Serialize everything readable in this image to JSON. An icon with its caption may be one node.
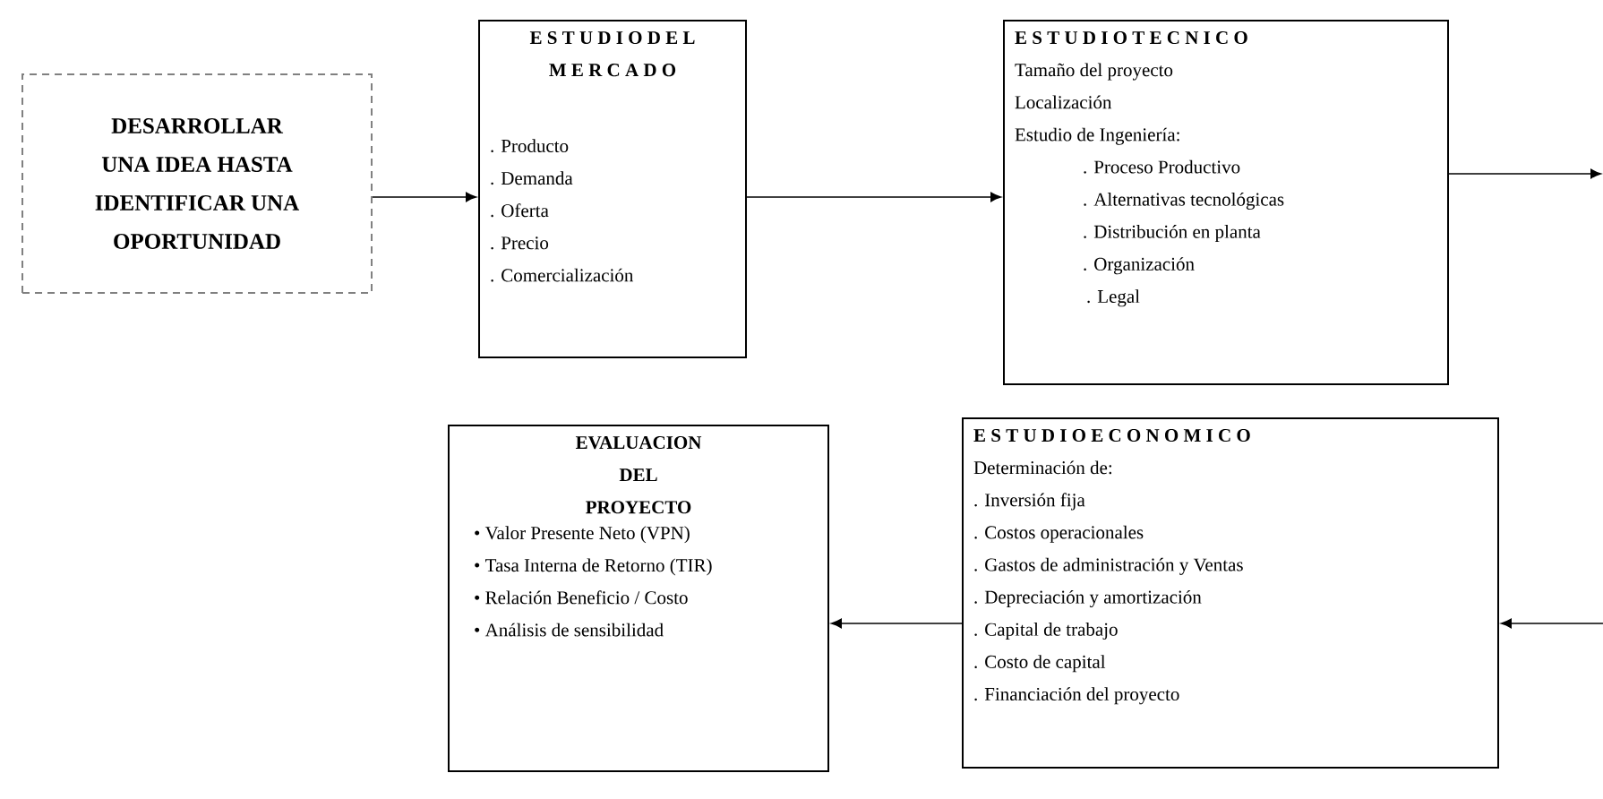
{
  "diagram": {
    "nodes": [
      {
        "text": [
          "DESARROLLAR UNA IDEA HASTA IDENTIFICAR UNA OPORTUNIDAD"
        ]
      },
      {
        "text": [
          "E S T U D I O D E L M E R C A D O",
          ". Producto",
          ". Demanda",
          ". Oferta",
          ". Precio",
          ". Comercialización"
        ]
      },
      {
        "text": [
          "E S T U D I O T E C N I C O",
          "Tamaño del proyecto",
          "Localización",
          "Estudio de Ingeniería:",
          ". Proceso Productivo",
          ". Alternativas tecnológicas",
          ". Distribución en planta",
          ". Organización",
          ". Legal"
        ]
      },
      {
        "text": [
          "E S T U D I O E C O N O M I C O",
          "Determinación de:",
          ". Inversión fija",
          ". Costos operacionales",
          ". Gastos de administración y Ventas",
          ". Depreciación y amortización",
          ". Capital de trabajo",
          ". Costo de capital",
          ". Financiación del proyecto"
        ]
      },
      {
        "text": [
          "EVALUACION DEL PROYECTO",
          "• Valor Presente Neto (VPN)",
          "• Tasa Interna de Retorno (TIR)",
          "• Relación  Beneficio / Costo",
          "• Análisis de sensibilidad"
        ]
      }
    ],
    "edges": [
      {
        "from": 0,
        "to": 1,
        "arrow": "to"
      },
      {
        "from": 1,
        "to": 2,
        "arrow": "to"
      },
      {
        "from": 2,
        "to": null,
        "arrow": "to"
      },
      {
        "from": null,
        "to": 3,
        "arrow": "to"
      },
      {
        "from": 3,
        "to": 4,
        "arrow": "to"
      }
    ]
  }
}
